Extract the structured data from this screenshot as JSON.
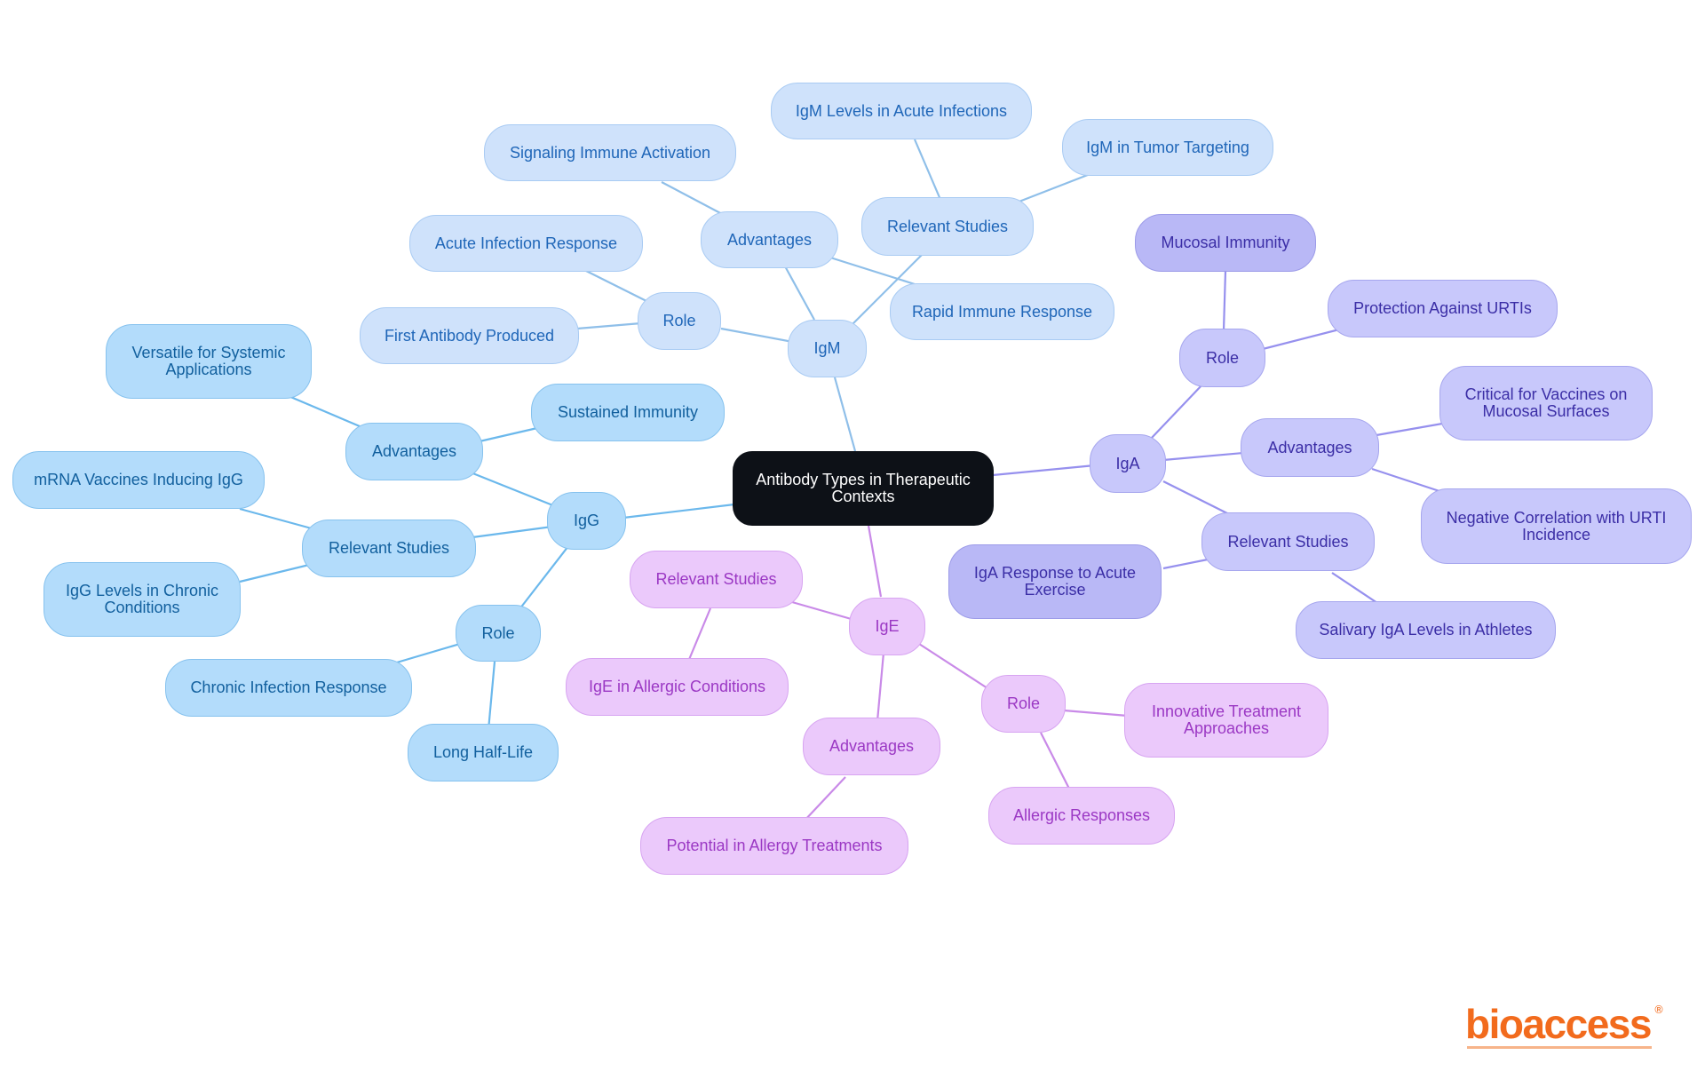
{
  "colors": {
    "igm_edge": "#8fbfe9",
    "igg_edge": "#6bb8ec",
    "iga_edge": "#9690ee",
    "ige_edge": "#c98ae8"
  },
  "root": {
    "label": "Antibody Types in Therapeutic Contexts"
  },
  "branches": {
    "igm": {
      "label": "IgM",
      "role": {
        "label": "Role",
        "items": [
          "Acute Infection Response",
          "First Antibody Produced"
        ]
      },
      "advantages": {
        "label": "Advantages",
        "items": [
          "Signaling Immune Activation",
          "Rapid Immune Response"
        ]
      },
      "studies": {
        "label": "Relevant Studies",
        "items": [
          "IgM Levels in Acute Infections",
          "IgM in Tumor Targeting"
        ]
      }
    },
    "igg": {
      "label": "IgG",
      "advantages": {
        "label": "Advantages",
        "items": [
          "Versatile for Systemic Applications",
          "Sustained Immunity"
        ]
      },
      "studies": {
        "label": "Relevant Studies",
        "items": [
          "mRNA Vaccines Inducing IgG",
          "IgG Levels in Chronic Conditions"
        ]
      },
      "role": {
        "label": "Role",
        "items": [
          "Chronic Infection Response",
          "Long Half-Life"
        ]
      }
    },
    "iga": {
      "label": "IgA",
      "role": {
        "label": "Role",
        "items": [
          "Mucosal Immunity",
          "Protection Against URTIs"
        ]
      },
      "advantages": {
        "label": "Advantages",
        "items": [
          "Critical for Vaccines on Mucosal Surfaces",
          "Negative Correlation with URTI Incidence"
        ]
      },
      "studies": {
        "label": "Relevant Studies",
        "items": [
          "IgA Response to Acute Exercise",
          "Salivary IgA Levels in Athletes"
        ]
      }
    },
    "ige": {
      "label": "IgE",
      "studies": {
        "label": "Relevant Studies",
        "items": [
          "IgE in Allergic Conditions"
        ]
      },
      "advantages": {
        "label": "Advantages",
        "items": [
          "Potential in Allergy Treatments"
        ]
      },
      "role": {
        "label": "Role",
        "items": [
          "Innovative Treatment Approaches",
          "Allergic Responses"
        ]
      }
    }
  },
  "logo": {
    "text": "bioaccess",
    "mark": "®"
  }
}
